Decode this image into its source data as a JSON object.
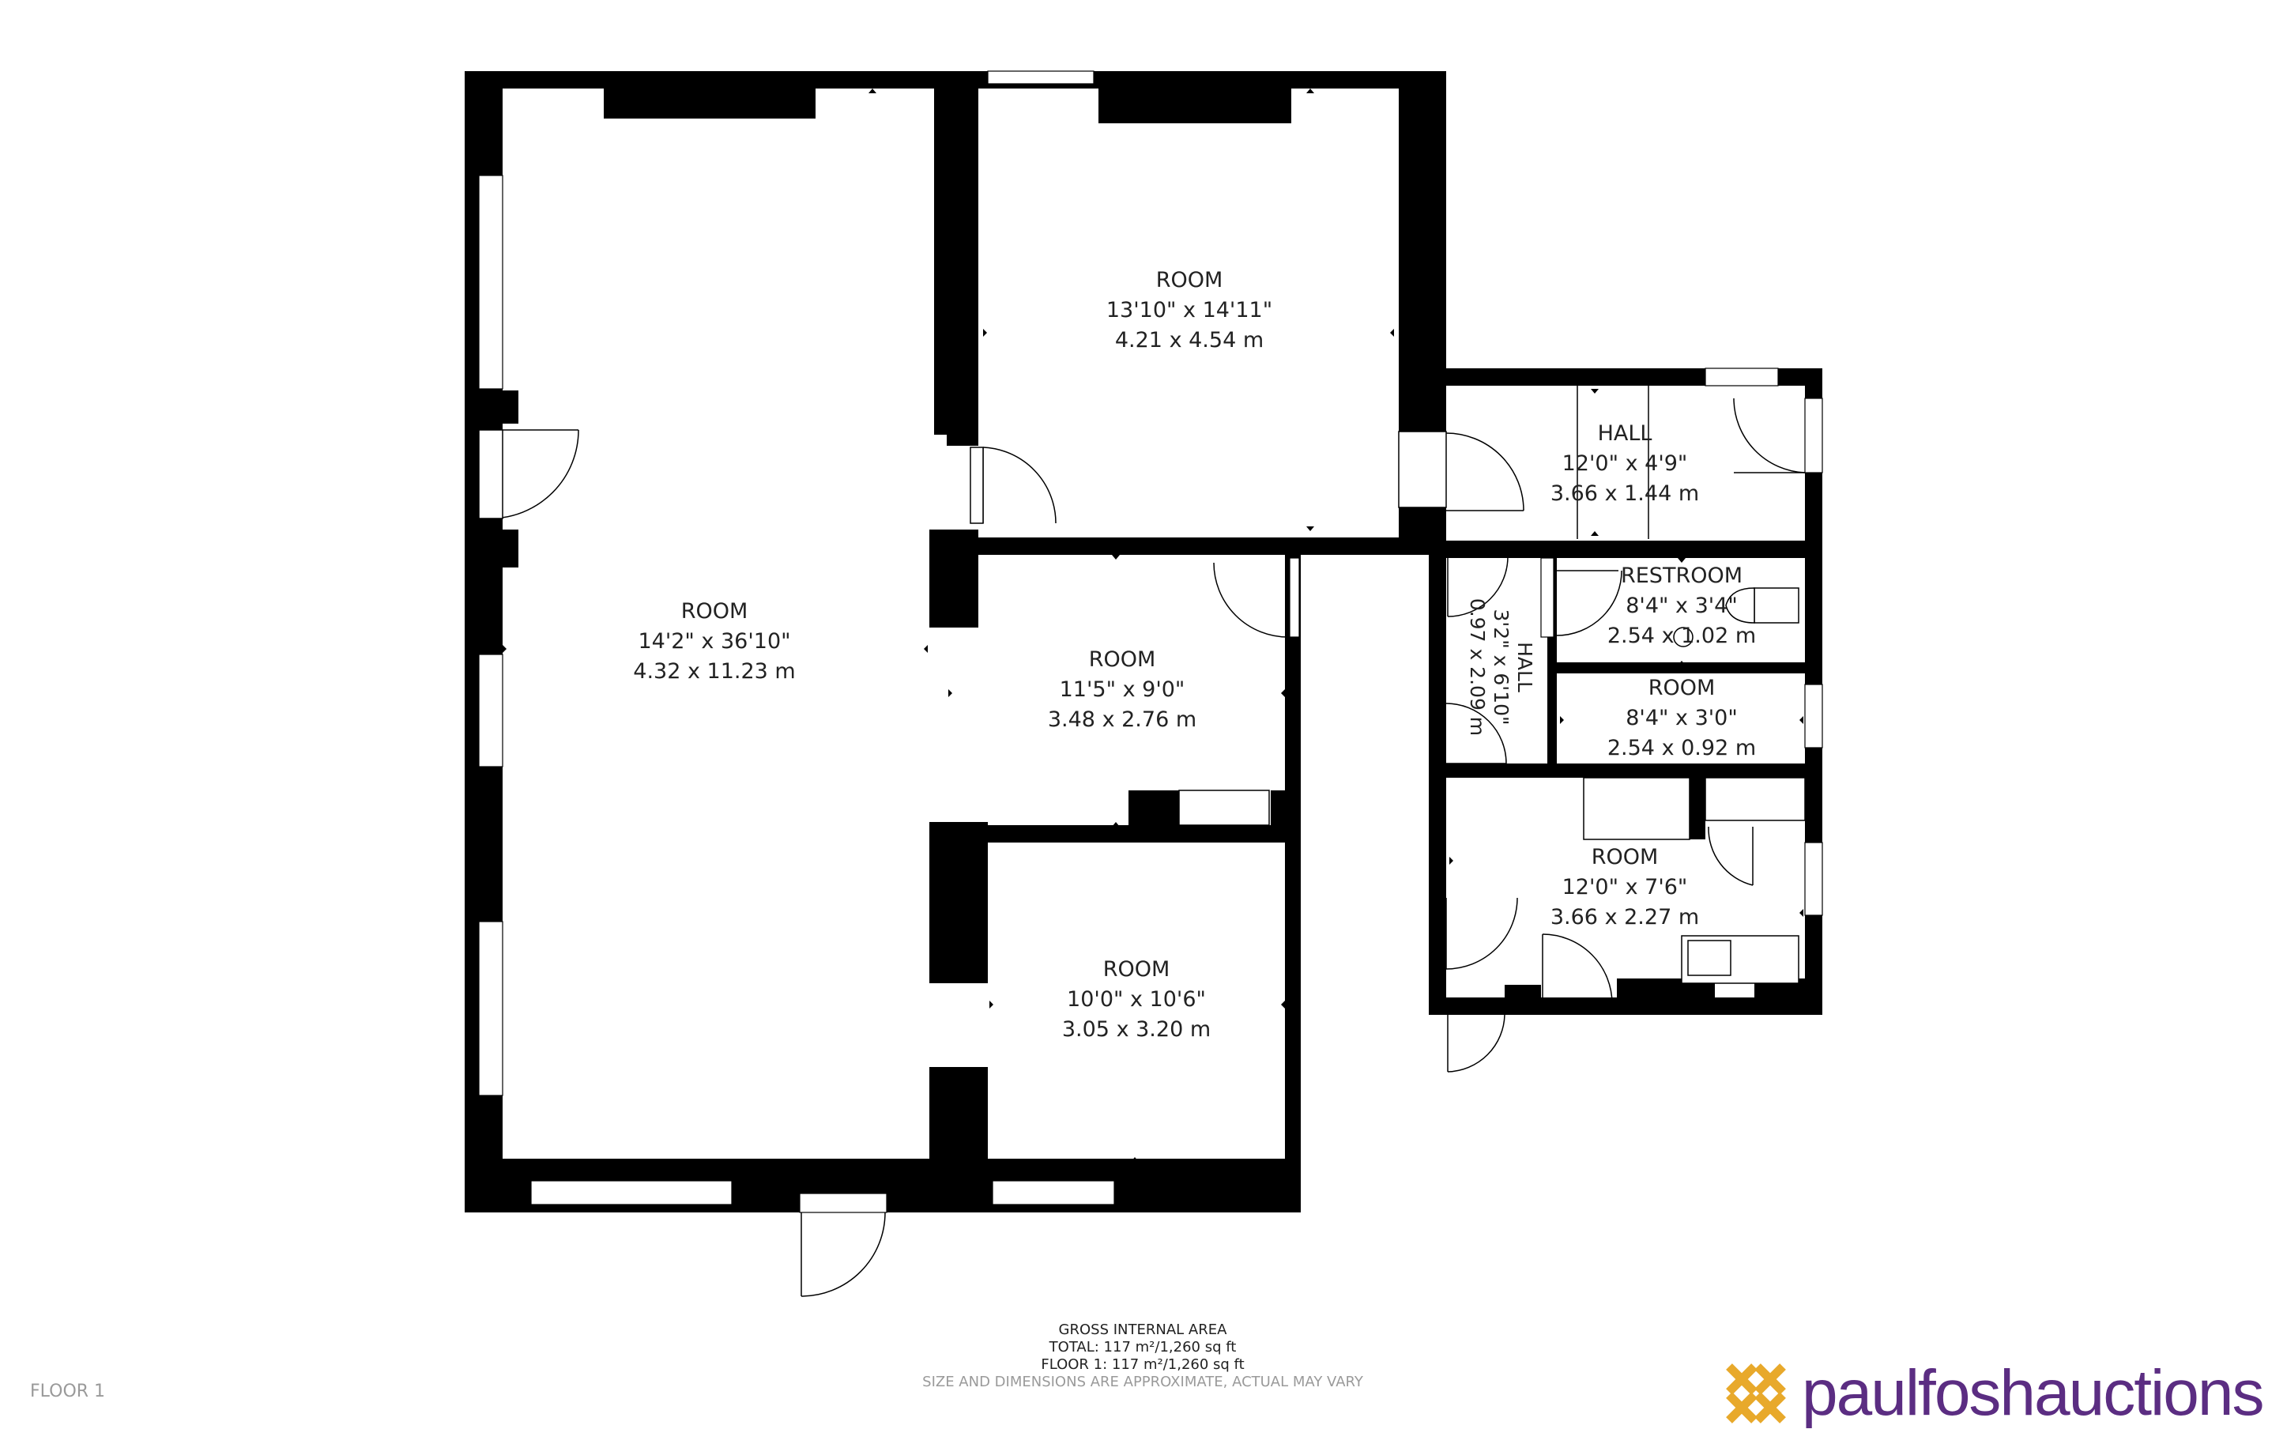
{
  "rooms": [
    {
      "name": "ROOM",
      "imperial": "14'2\" x 36'10\"",
      "metric": "4.32 x 11.23 m"
    },
    {
      "name": "ROOM",
      "imperial": "13'10\" x 14'11\"",
      "metric": "4.21 x 4.54 m"
    },
    {
      "name": "ROOM",
      "imperial": "11'5\" x 9'0\"",
      "metric": "3.48 x 2.76 m"
    },
    {
      "name": "ROOM",
      "imperial": "10'0\" x 10'6\"",
      "metric": "3.05 x 3.20 m"
    },
    {
      "name": "HALL",
      "imperial": "12'0\" x 4'9\"",
      "metric": "3.66 x 1.44 m"
    },
    {
      "name": "RESTROOM",
      "imperial": "8'4\" x 3'4\"",
      "metric": "2.54 x 1.02 m"
    },
    {
      "name": "ROOM",
      "imperial": "8'4\" x 3'0\"",
      "metric": "2.54 x 0.92 m"
    },
    {
      "name": "ROOM",
      "imperial": "12'0\" x 7'6\"",
      "metric": "3.66 x 2.27 m"
    },
    {
      "name": "HALL",
      "imperial": "3'2\" x 6'10\"",
      "metric": "0.97 x 2.09 m"
    }
  ],
  "footer": {
    "gia_title": "GROSS INTERNAL AREA",
    "total": "TOTAL: 117 m²/1,260 sq ft",
    "floor_area": "FLOOR 1: 117 m²/1,260 sq ft",
    "disclaimer": "SIZE AND DIMENSIONS ARE APPROXIMATE, ACTUAL MAY VARY",
    "floor_name": "FLOOR 1"
  },
  "brand": {
    "part1": "paulfosh",
    "part2": "auctions",
    "primary_color": "#5b2d82",
    "accent_color": "#e8a92b"
  }
}
